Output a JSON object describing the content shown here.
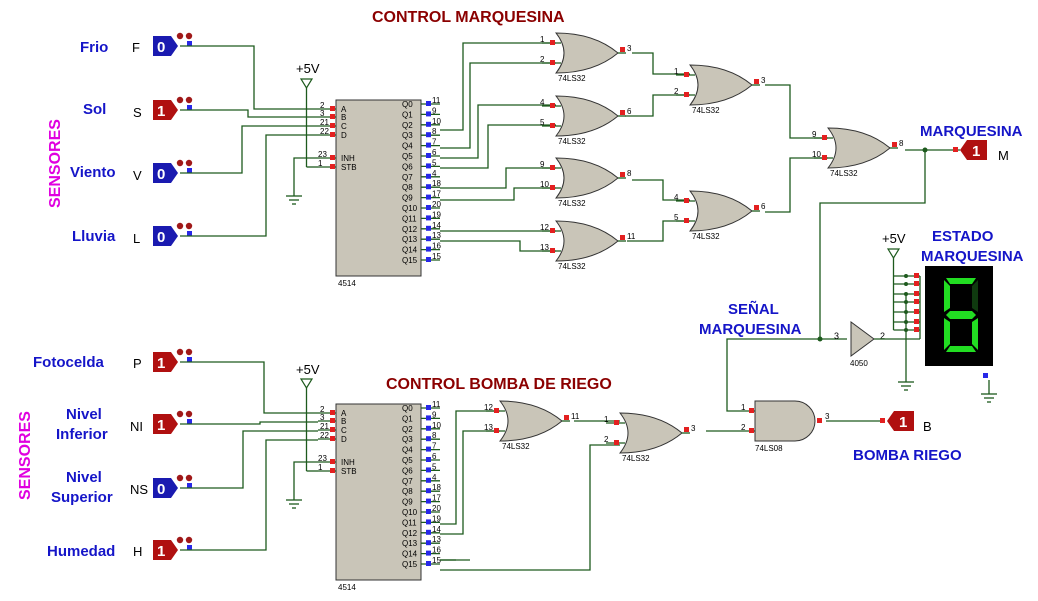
{
  "titles": {
    "marquesina": "CONTROL MARQUESINA",
    "bomba": "CONTROL BOMBA DE RIEGO"
  },
  "group_labels": {
    "sensores_top": "SENSORES",
    "sensores_bottom": "SENSORES"
  },
  "inputs_top": [
    {
      "label": "Frio",
      "pin": "F",
      "state": "0",
      "color": "#1a1ab0"
    },
    {
      "label": "Sol",
      "pin": "S",
      "state": "1",
      "color": "#b01010"
    },
    {
      "label": "Viento",
      "pin": "V",
      "state": "0",
      "color": "#1a1ab0"
    },
    {
      "label": "Lluvia",
      "pin": "L",
      "state": "0",
      "color": "#1a1ab0"
    }
  ],
  "inputs_bottom": [
    {
      "label": "Fotocelda",
      "pin": "P",
      "state": "1",
      "color": "#b01010"
    },
    {
      "label": "Nivel",
      "label2": "Inferior",
      "pin": "NI",
      "state": "1",
      "color": "#b01010"
    },
    {
      "label": "Nivel",
      "label2": "Superior",
      "pin": "NS",
      "state": "0",
      "color": "#1a1ab0"
    },
    {
      "label": "Humedad",
      "pin": "H",
      "state": "1",
      "color": "#b01010"
    }
  ],
  "decoder": {
    "name": "4514",
    "supply": "+5V",
    "in_pins": [
      "2",
      "3",
      "21",
      "22"
    ],
    "in_labels": [
      "A",
      "B",
      "C",
      "D"
    ],
    "ctrl_pins": [
      "23",
      "1"
    ],
    "ctrl_labels": [
      "INH",
      "STB"
    ],
    "out_labels": [
      "Q0",
      "Q1",
      "Q2",
      "Q3",
      "Q4",
      "Q5",
      "Q6",
      "Q7",
      "Q8",
      "Q9",
      "Q10",
      "Q11",
      "Q12",
      "Q13",
      "Q14",
      "Q15"
    ],
    "out_pins": [
      "11",
      "9",
      "10",
      "8",
      "7",
      "6",
      "5",
      "4",
      "18",
      "17",
      "20",
      "19",
      "14",
      "13",
      "16",
      "15"
    ]
  },
  "gates_top": [
    {
      "name": "74LS32",
      "in": [
        "1",
        "2"
      ],
      "out": "3"
    },
    {
      "name": "74LS32",
      "in": [
        "4",
        "5"
      ],
      "out": "6"
    },
    {
      "name": "74LS32",
      "in": [
        "9",
        "10"
      ],
      "out": "8"
    },
    {
      "name": "74LS32",
      "in": [
        "12",
        "13"
      ],
      "out": "11"
    },
    {
      "name": "74LS32",
      "in": [
        "1",
        "2"
      ],
      "out": "3"
    },
    {
      "name": "74LS32",
      "in": [
        "4",
        "5"
      ],
      "out": "6"
    },
    {
      "name": "74LS32",
      "in": [
        "9",
        "10"
      ],
      "out": "8"
    }
  ],
  "gates_bottom": [
    {
      "name": "74LS32",
      "in": [
        "12",
        "13"
      ],
      "out": "11"
    },
    {
      "name": "74LS32",
      "in": [
        "1",
        "2"
      ],
      "out": "3"
    },
    {
      "name": "74LS08",
      "in": [
        "1",
        "2"
      ],
      "out": "3"
    }
  ],
  "buffer": {
    "name": "4050",
    "in": "3",
    "out": "2"
  },
  "outputs": {
    "marquesina": {
      "label": "MARQUESINA",
      "pin": "M",
      "state": "1",
      "color": "#b01010"
    },
    "bomba": {
      "label": "BOMBA RIEGO",
      "pin": "B",
      "state": "1",
      "color": "#b01010"
    }
  },
  "signal_label": {
    "line1": "SEÑAL",
    "line2": "MARQUESINA"
  },
  "display": {
    "label1": "ESTADO",
    "label2": "MARQUESINA",
    "supply": "+5V",
    "digit": "6",
    "segment_color": "#22dd22"
  }
}
